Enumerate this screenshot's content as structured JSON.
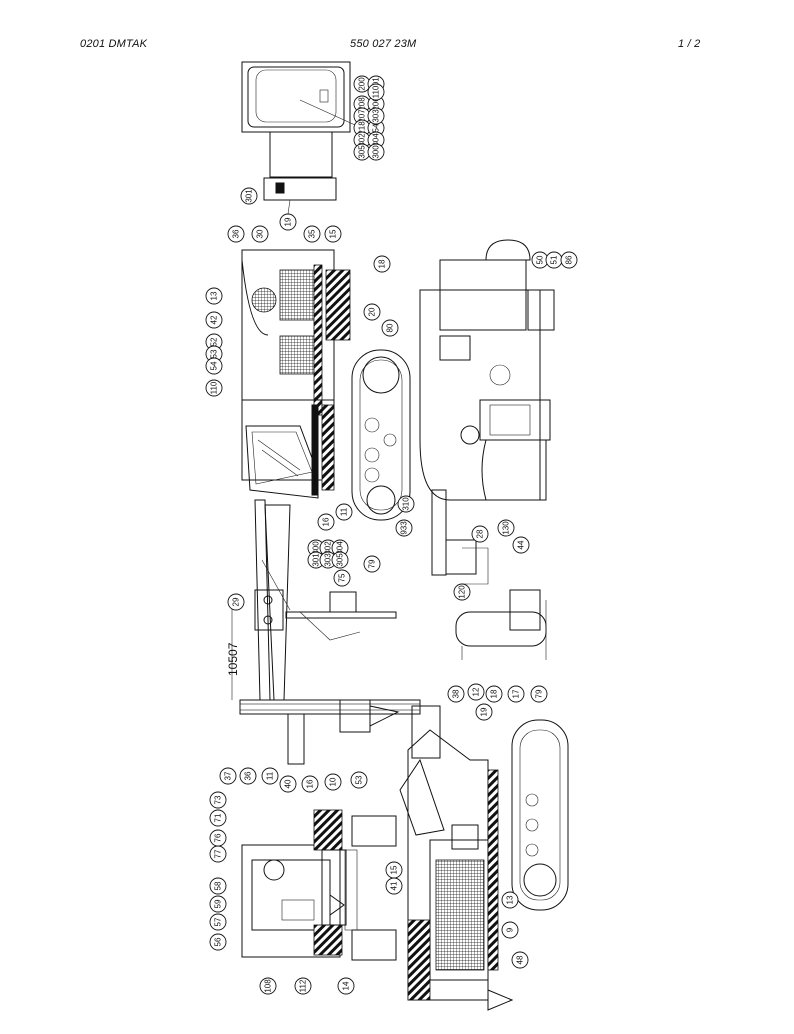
{
  "header": {
    "left": "0201 DMTAK",
    "center": "550 027 23M",
    "right": "1 /   2"
  },
  "balloons": {
    "top_view": [
      "200",
      "201",
      "208",
      "207",
      "218",
      "206",
      "302",
      "305",
      "54",
      "303",
      "304",
      "300",
      "301",
      "19",
      "110"
    ],
    "side_view": [
      "36",
      "30",
      "35",
      "15",
      "18",
      "13",
      "42",
      "52",
      "53",
      "54",
      "110",
      "20",
      "80",
      "11",
      "16",
      "79",
      "933",
      "310",
      "28",
      "130",
      "44",
      "50",
      "51",
      "86",
      "300",
      "301",
      "302",
      "303",
      "304",
      "305",
      "75",
      "29",
      "120"
    ],
    "length_dimension": "10507",
    "front_view": [
      "37",
      "36",
      "11",
      "40",
      "16",
      "10",
      "53",
      "73",
      "71",
      "76",
      "77",
      "58",
      "59",
      "57",
      "56",
      "15",
      "41",
      "108",
      "112",
      "14"
    ],
    "rear_view": [
      "38",
      "12",
      "17",
      "18",
      "19",
      "79",
      "13",
      "9",
      "48"
    ]
  }
}
